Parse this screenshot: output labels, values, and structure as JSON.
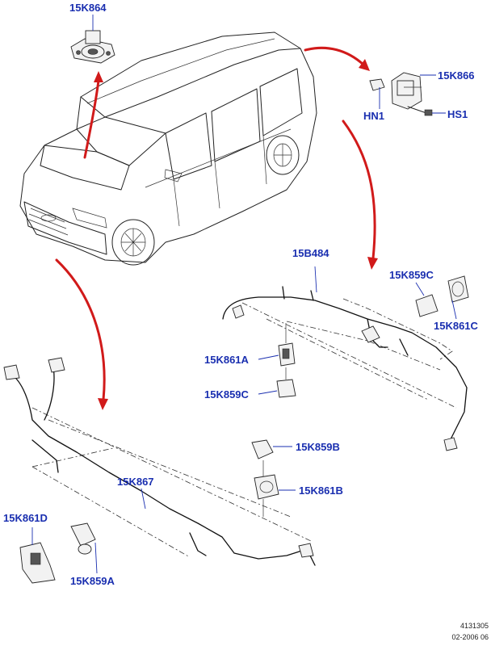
{
  "colors": {
    "callout": "#1a2fb0",
    "arrow": "#d11a1a",
    "line": "#222222"
  },
  "callouts": {
    "k864": "15K864",
    "k866": "15K866",
    "hn1": "HN1",
    "hs1": "HS1",
    "b484": "15B484",
    "k859c_top": "15K859C",
    "k861c": "15K861C",
    "k861a": "15K861A",
    "k859c_mid": "15K859C",
    "k859b": "15K859B",
    "k867": "15K867",
    "k861b": "15K861B",
    "k861d": "15K861D",
    "k859a": "15K859A"
  },
  "reference": {
    "drawing_number": "4131305",
    "date": "02-2006 06"
  }
}
